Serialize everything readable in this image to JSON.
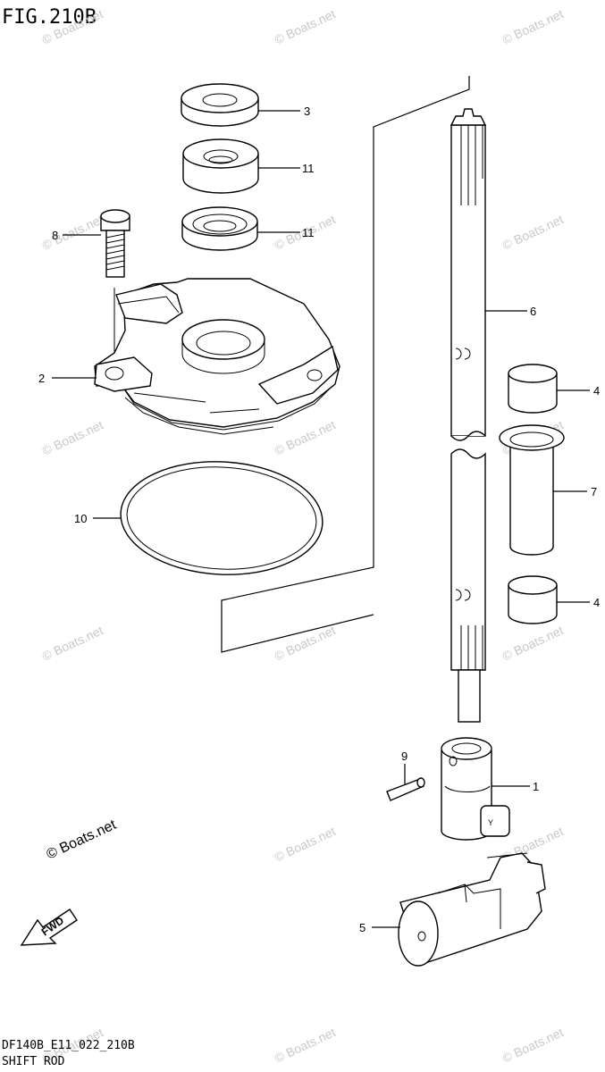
{
  "figure": {
    "title": "FIG.210B"
  },
  "footer": {
    "code": "DF140B_E11_022_210B",
    "name": "SHIFT ROD"
  },
  "watermark": {
    "text": "© Boats.net",
    "main_text": "© Boats.net"
  },
  "direction": {
    "label": "FWD"
  },
  "callouts": [
    {
      "id": "3",
      "label": "3"
    },
    {
      "id": "11a",
      "label": "11"
    },
    {
      "id": "11b",
      "label": "11"
    },
    {
      "id": "8",
      "label": "8"
    },
    {
      "id": "6",
      "label": "6"
    },
    {
      "id": "2",
      "label": "2"
    },
    {
      "id": "4a",
      "label": "4"
    },
    {
      "id": "7",
      "label": "7"
    },
    {
      "id": "10",
      "label": "10"
    },
    {
      "id": "4b",
      "label": "4"
    },
    {
      "id": "9",
      "label": "9"
    },
    {
      "id": "1",
      "label": "1"
    },
    {
      "id": "5",
      "label": "5"
    }
  ]
}
